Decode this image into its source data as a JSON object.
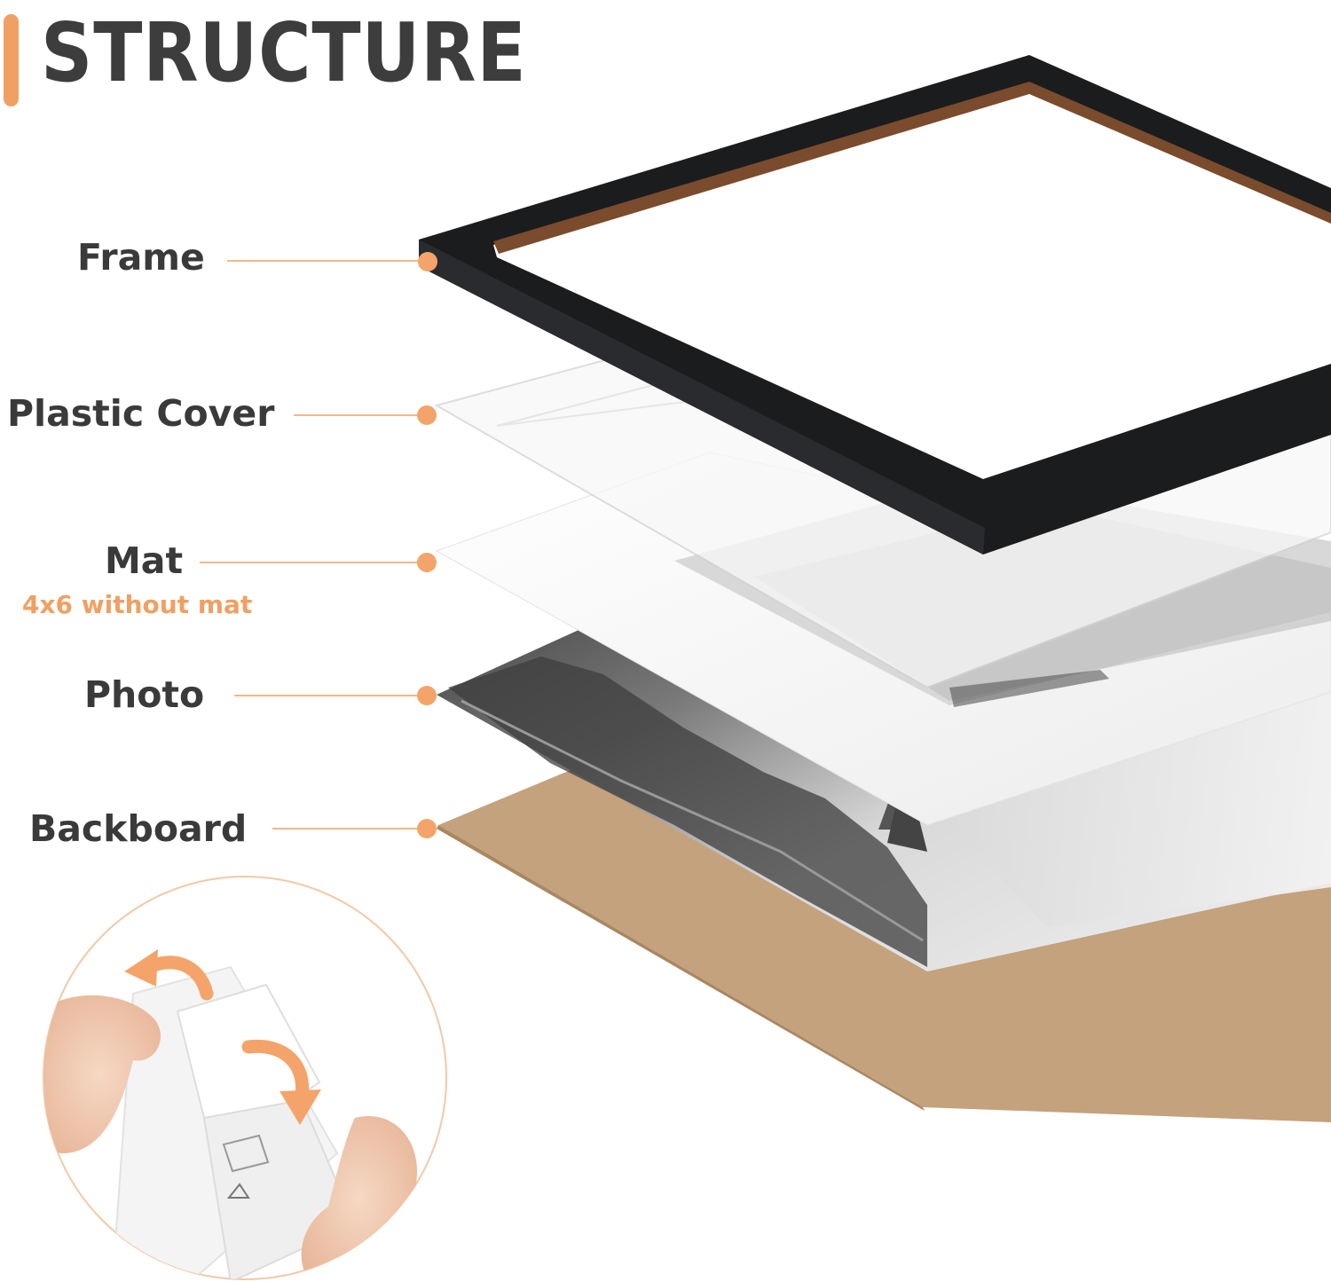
{
  "title": "STRUCTURE",
  "colors": {
    "accent": "#f0a062",
    "title_text": "#3d3d3d",
    "label_text": "#3a3a3a",
    "frame": "#1b1c1e",
    "backboard": "#c4a27d"
  },
  "layers": [
    {
      "label": "Frame"
    },
    {
      "label": "Plastic Cover"
    },
    {
      "label": "Mat",
      "note": "4x6 without mat"
    },
    {
      "label": "Photo"
    },
    {
      "label": "Backboard"
    }
  ],
  "inset": {
    "icons": [
      "curved-arrow-left-icon",
      "curved-arrow-down-icon"
    ]
  }
}
